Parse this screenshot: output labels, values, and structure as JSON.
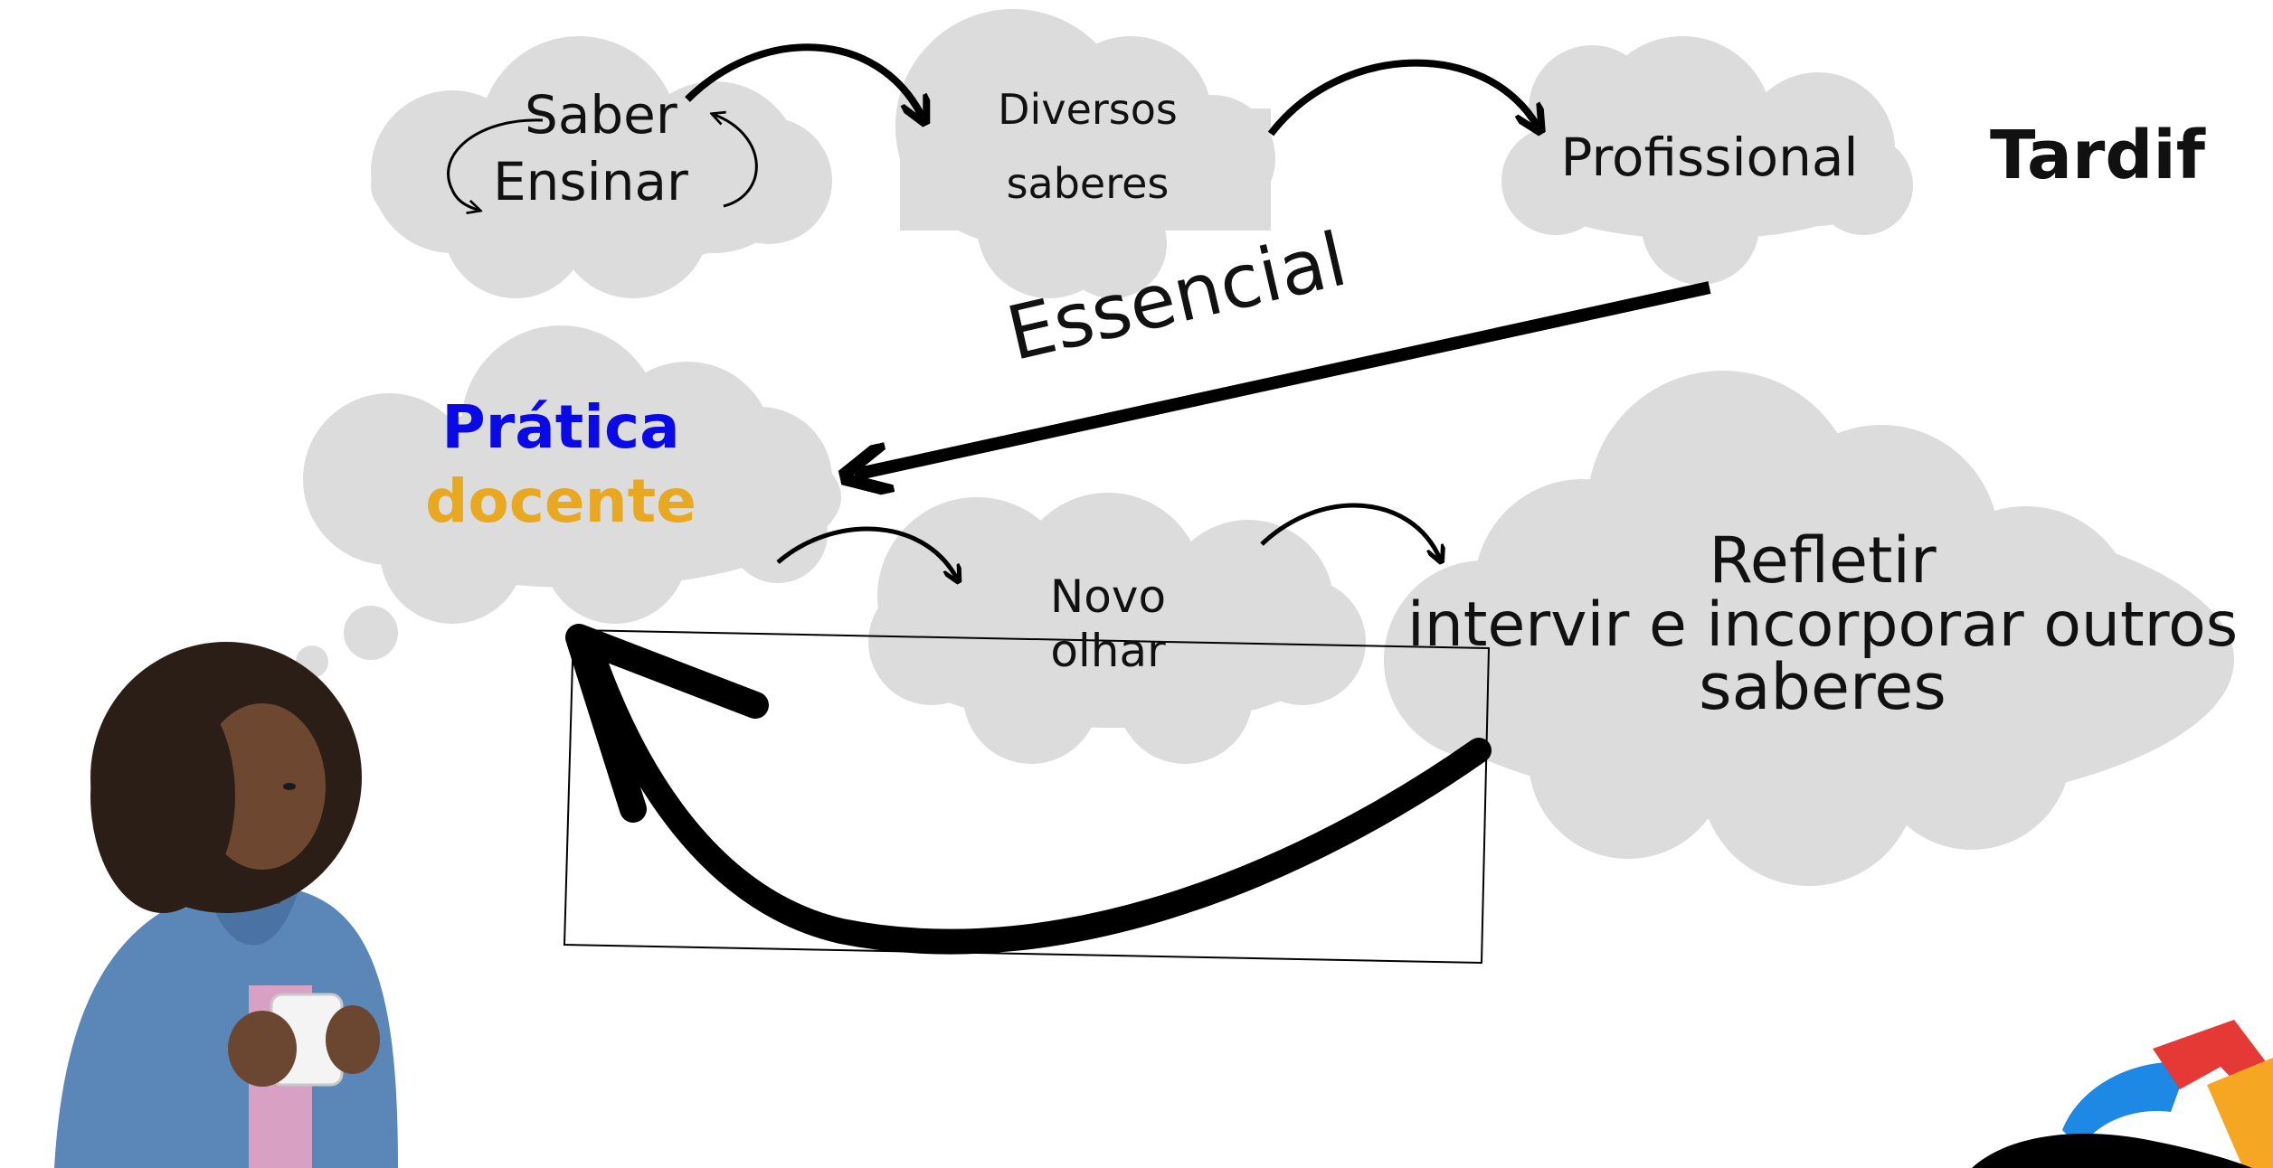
{
  "diagram": {
    "author": "Tardif",
    "nodes": {
      "saber_ensinar": {
        "line1": "Saber",
        "line2": "Ensinar"
      },
      "diversos_saberes": {
        "line1": "Diversos",
        "line2": "saberes"
      },
      "profissional": {
        "label": "Profissional"
      },
      "pratica_docente": {
        "line1": "Prática",
        "line2": "docente"
      },
      "novo_olhar": {
        "line1": "Novo",
        "line2": "olhar"
      },
      "refletir": {
        "line1": "Refletir",
        "line2": "intervir e incorporar outros",
        "line3": "saberes"
      }
    },
    "edge_labels": {
      "essencial": "Essencial"
    },
    "colors": {
      "cloud": "#dcdcdc",
      "pratica": "#0a0ae6",
      "docente": "#e8a822",
      "text": "#111111",
      "logo_blue": "#1e88e5",
      "logo_red": "#e53935",
      "logo_orange": "#f5a623"
    }
  }
}
